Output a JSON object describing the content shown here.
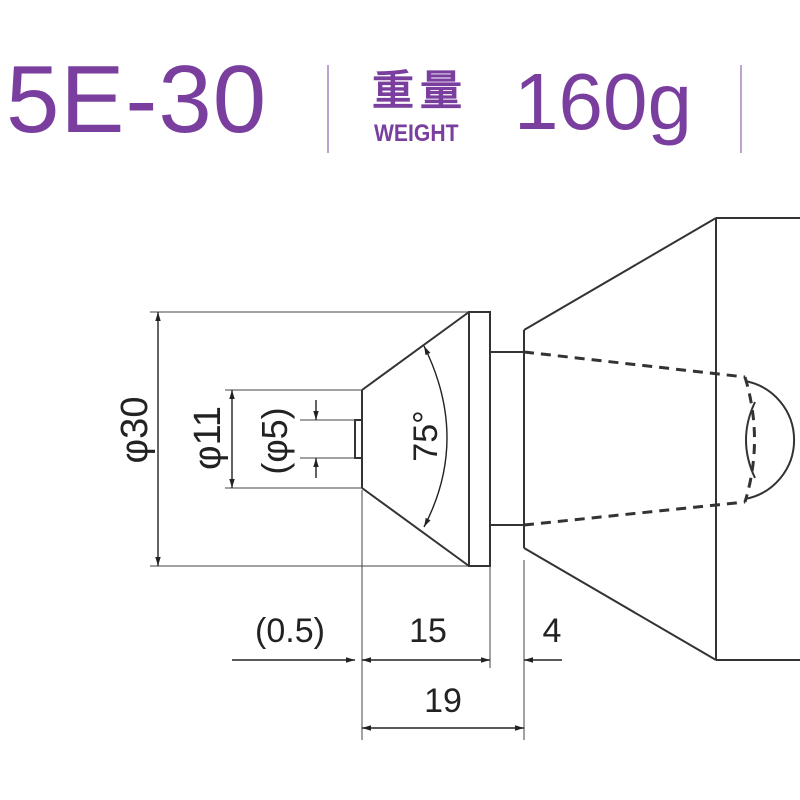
{
  "header": {
    "model": "5E-30",
    "weight_label_jp": "重量",
    "weight_label_en": "WEIGHT",
    "weight_value": "160g",
    "accent_color": "#7a3f9e",
    "separator_color": "#bda3cf"
  },
  "dimensions": {
    "outer_diameter": "φ30",
    "tip_diameter": "φ11",
    "hole_diameter": "(φ5)",
    "angle": "75°",
    "protrusion": "(0.5)",
    "cone_length": "15",
    "collar_length": "4",
    "total_length": "19"
  }
}
